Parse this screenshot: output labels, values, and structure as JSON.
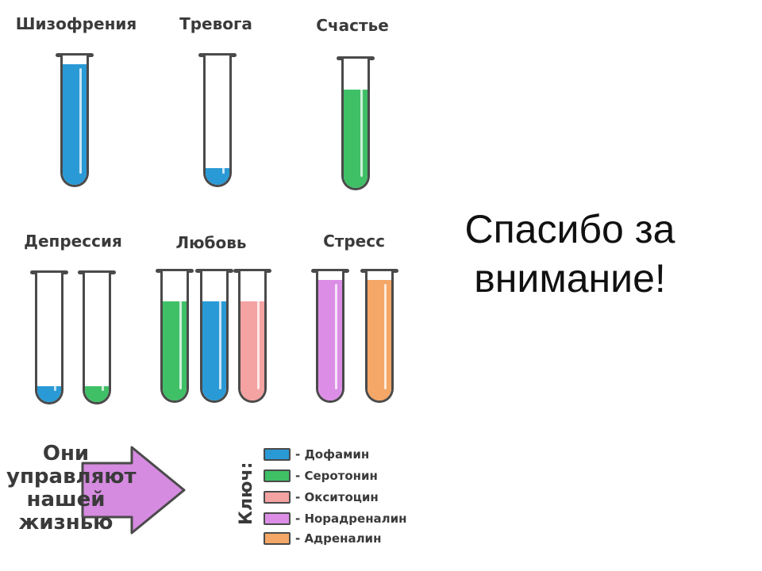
{
  "slide": {
    "thanks_line1": "Спасибо за",
    "thanks_line2": "внимание!"
  },
  "colors": {
    "dopamine": "#2a9ad6",
    "serotonin": "#3fc066",
    "oxytocin": "#f4a2a2",
    "noradrenaline": "#dc8ee6",
    "adrenaline": "#f4a766"
  },
  "groups": [
    {
      "label": "Шизофрения",
      "tubes": [
        {
          "substance": "dopamine",
          "level": 0.93
        }
      ]
    },
    {
      "label": "Тревога",
      "tubes": [
        {
          "substance": "dopamine",
          "level": 0.13
        }
      ]
    },
    {
      "label": "Счастье",
      "tubes": [
        {
          "substance": "serotonin",
          "level": 0.76
        }
      ]
    },
    {
      "label": "Депрессия",
      "tubes": [
        {
          "substance": "dopamine",
          "level": 0.12
        },
        {
          "substance": "serotonin",
          "level": 0.12
        }
      ]
    },
    {
      "label": "Любовь",
      "tubes": [
        {
          "substance": "serotonin",
          "level": 0.77
        },
        {
          "substance": "dopamine",
          "level": 0.77
        },
        {
          "substance": "oxytocin",
          "level": 0.77
        }
      ]
    },
    {
      "label": "Стресс",
      "tubes": [
        {
          "substance": "noradrenaline",
          "level": 0.93
        },
        {
          "substance": "adrenaline",
          "level": 0.93
        }
      ]
    }
  ],
  "arrow": {
    "lines": [
      "Они",
      "управляют",
      "нашей",
      "жизнью"
    ],
    "color": "#d58be0"
  },
  "key": {
    "title": "Ключ:",
    "items": [
      {
        "substance": "dopamine",
        "text": "- Дофамин"
      },
      {
        "substance": "serotonin",
        "text": "- Серотонин"
      },
      {
        "substance": "oxytocin",
        "text": "- Окситоцин"
      },
      {
        "substance": "noradrenaline",
        "text": "- Норадреналин"
      },
      {
        "substance": "adrenaline",
        "text": "- Адреналин"
      }
    ]
  }
}
